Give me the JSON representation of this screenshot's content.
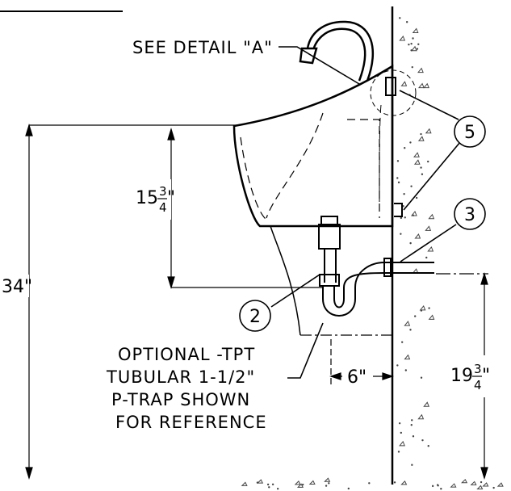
{
  "notes": {
    "detail_ref": "SEE DETAIL \"A\"",
    "ptrap_line1": "OPTIONAL -TPT",
    "ptrap_line2": "TUBULAR 1-1/2\"",
    "ptrap_line3": "P-TRAP SHOWN",
    "ptrap_line4": "FOR REFERENCE"
  },
  "dimensions": {
    "overall_height": "34\"",
    "bowl_depth_whole": "15",
    "bowl_depth_num": "3",
    "bowl_depth_den": "4",
    "drain_height_whole": "19",
    "drain_height_num": "3",
    "drain_height_den": "4",
    "wall_offset": "6\""
  },
  "callouts": [
    "5",
    "3",
    "2"
  ]
}
